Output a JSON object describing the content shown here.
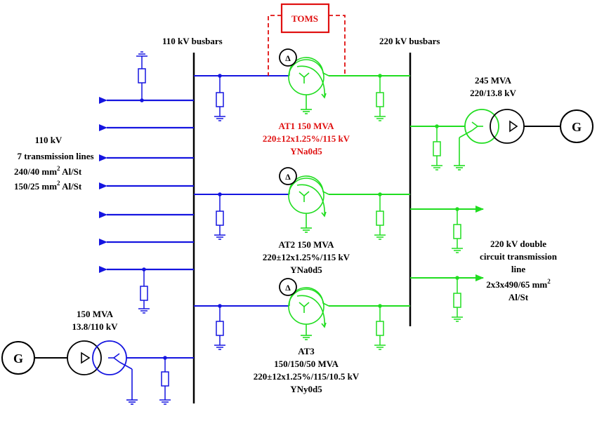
{
  "colors": {
    "bus110": "#1515e0",
    "bus220": "#20dd20",
    "highlight": "#e01010",
    "ink": "#000000"
  },
  "labels": {
    "bus110_title": "110 kV busbars",
    "bus220_title": "220 kV busbars",
    "toms": "TOMS",
    "lines110": [
      "110 kV",
      "7 transmission lines"
    ],
    "conductor1": {
      "main": "240/40 mm",
      "sup": "2",
      "tail": " Al/St"
    },
    "conductor2": {
      "main": "150/25 mm",
      "sup": "2",
      "tail": " Al/St"
    },
    "at1": [
      "AT1 150 MVA",
      "220±12x1.25%/115 kV",
      "YNa0d5"
    ],
    "at2": [
      "AT2 150 MVA",
      "220±12x1.25%/115 kV",
      "YNa0d5"
    ],
    "at3": [
      "AT3",
      "150/150/50 MVA",
      "220±12x1.25%/115/10.5 kV",
      "YNy0d5"
    ],
    "gen220_tr": [
      "245 MVA",
      "220/13.8 kV"
    ],
    "gen110_tr": [
      "150 MVA",
      "13.8/110 kV"
    ],
    "line220": [
      "220 kV double",
      "circuit transmission",
      "line"
    ],
    "line220_cond": {
      "main": "2x3x490/65 mm",
      "sup": "2"
    },
    "line220_cond_tail": "Al/St",
    "generator": "G",
    "delta": "Δ"
  }
}
